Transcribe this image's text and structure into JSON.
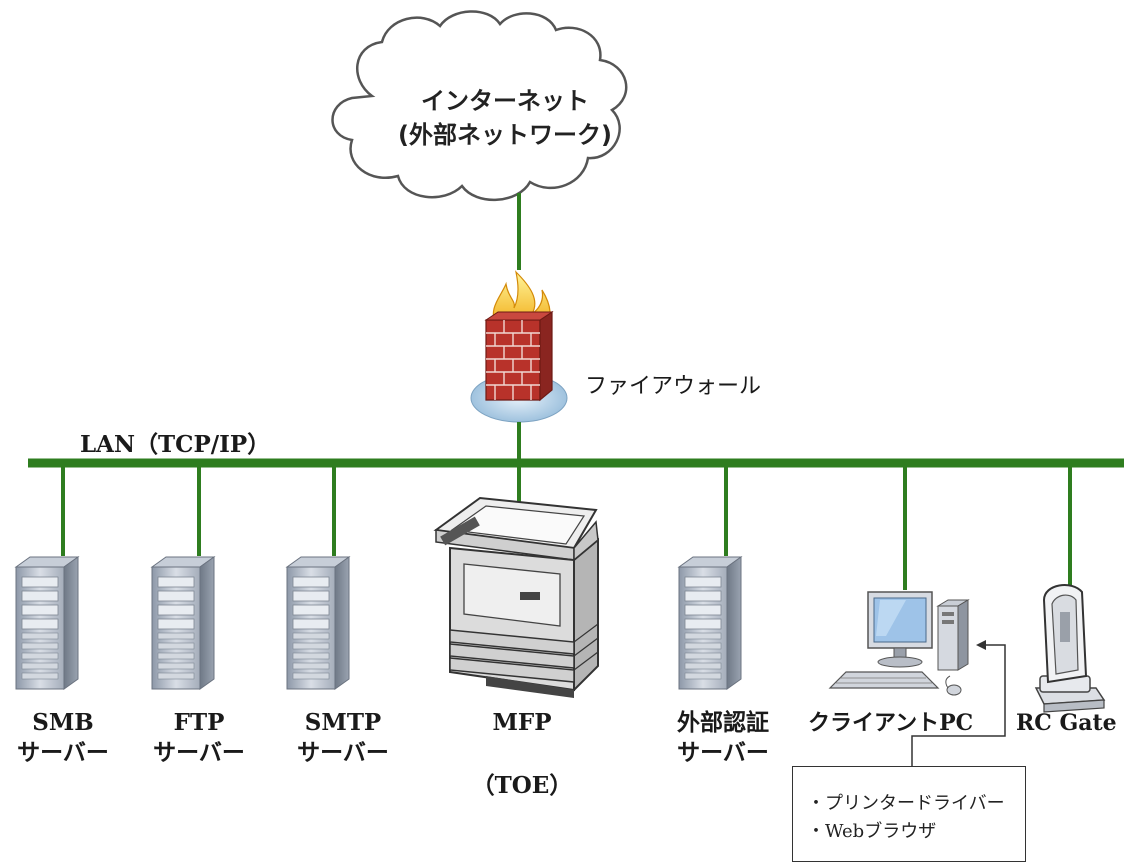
{
  "cloud": {
    "line1": "インターネット",
    "line2": "(外部ネットワーク)"
  },
  "firewall": {
    "label": "ファイアウォール"
  },
  "lan": {
    "label": "LAN（TCP/IP）"
  },
  "devices": {
    "smb": {
      "line1": "SMB",
      "line2": "サーバー"
    },
    "ftp": {
      "line1": "FTP",
      "line2": "サーバー"
    },
    "smtp": {
      "line1": "SMTP",
      "line2": "サーバー"
    },
    "mfp": {
      "line1": "MFP",
      "toe": "（TOE）"
    },
    "auth": {
      "line1": "外部認証",
      "line2": "サーバー"
    },
    "client": {
      "line1": "クライアントPC"
    },
    "rcgate": {
      "line1": "RC Gate"
    }
  },
  "callout": {
    "items": [
      "・プリンタードライバー",
      "・Webブラウザ"
    ]
  },
  "colors": {
    "network_line": "#2e7d1f",
    "cloud_fill": "#ffffff",
    "brick": "#b8322a",
    "flame": "#f2c21b"
  }
}
